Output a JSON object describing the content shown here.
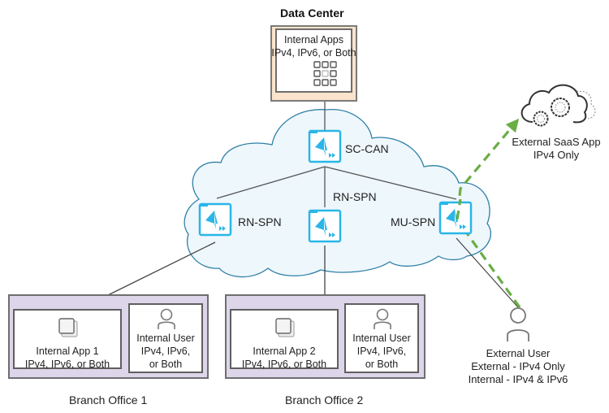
{
  "diagram": {
    "data_center": {
      "title": "Data Center",
      "box_line1": "Internal Apps",
      "box_line2": "IPv4, IPv6, or Both",
      "icon": "app-grid-icon"
    },
    "cloud": {
      "nodes": [
        {
          "id": "sc-can",
          "label": "SC-CAN",
          "icon": "prisma-node-icon"
        },
        {
          "id": "rn-spn-1",
          "label": "RN-SPN",
          "icon": "prisma-node-icon"
        },
        {
          "id": "rn-spn-2",
          "label": "RN-SPN",
          "icon": "prisma-node-icon"
        },
        {
          "id": "mu-spn",
          "label": "MU-SPN",
          "icon": "prisma-node-icon"
        }
      ]
    },
    "saas": {
      "line1": "External SaaS App",
      "line2": "IPv4 Only",
      "icon": "cloud-gears-icon"
    },
    "external_user": {
      "line1": "External User",
      "line2": "External - IPv4 Only",
      "line3": "Internal - IPv4 & IPv6",
      "icon": "user-icon"
    },
    "branches": [
      {
        "label": "Branch Office 1",
        "app": {
          "line1": "Internal App 1",
          "line2": "IPv4, IPv6, or Both",
          "icon": "app-window-icon"
        },
        "user": {
          "line1": "Internal User",
          "line2": "IPv4, IPv6,",
          "line3": "or Both",
          "icon": "user-icon"
        }
      },
      {
        "label": "Branch Office 2",
        "app": {
          "line1": "Internal App 2",
          "line2": "IPv4, IPv6, or Both",
          "icon": "app-window-icon"
        },
        "user": {
          "line1": "Internal User",
          "line2": "IPv4, IPv6,",
          "line3": "or Both",
          "icon": "user-icon"
        }
      }
    ],
    "colors": {
      "cloud_fill": "#eef7fc",
      "cloud_stroke": "#2f7fa6",
      "node_accent": "#29b6e8",
      "path_green": "#6aae45",
      "branch_fill": "#ddd6ea",
      "dc_fill": "#fbe3cc",
      "link": "#444444"
    }
  }
}
